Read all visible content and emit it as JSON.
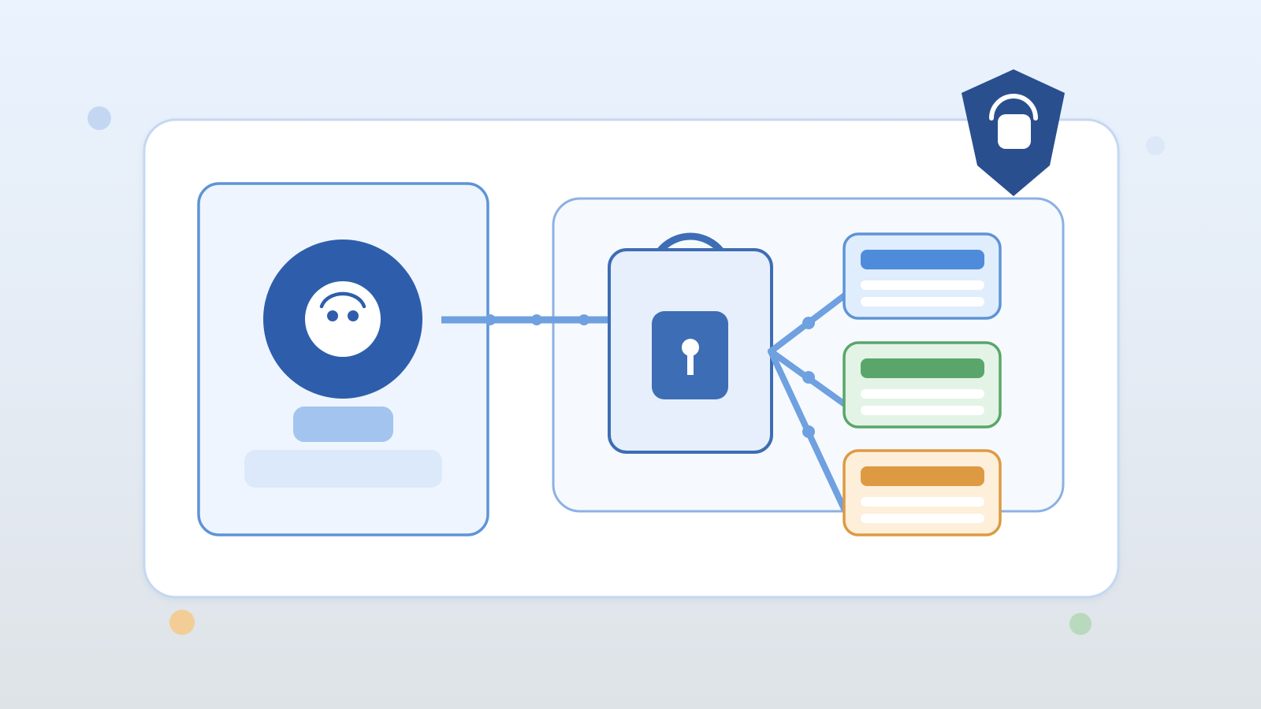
{
  "canvas": {
    "background_top": "#EAF3FE",
    "background_bottom": "#DEE3E7"
  },
  "colors": {
    "brand_dark": "#2E5EAB",
    "brand_mid": "#3D6DB4",
    "connector": "#6FA0DF",
    "panel_border": "#5E94D6",
    "blue_accent": "#4F8BDB",
    "green_accent": "#5AA66A",
    "orange_accent": "#DD9A43",
    "shield": "#2A4F8F"
  },
  "diagram": {
    "user_profile": {
      "icon": "user-avatar-icon"
    },
    "security_zone": {
      "lock": {
        "icon": "padlock-keyhole-icon"
      },
      "resources": [
        {
          "name": "resource-blue",
          "icon": "document-card-icon",
          "accent": "#4F8BDB"
        },
        {
          "name": "resource-green",
          "icon": "document-card-icon",
          "accent": "#5AA66A"
        },
        {
          "name": "resource-orange",
          "icon": "document-card-icon",
          "accent": "#DD9A43"
        }
      ]
    },
    "badge": {
      "icon": "shield-lock-icon"
    },
    "decorations": [
      {
        "name": "dot-blue",
        "color": "#C4D7F2"
      },
      {
        "name": "dot-light-blue",
        "color": "#DCE8F8"
      },
      {
        "name": "dot-orange",
        "color": "#F3CD96"
      },
      {
        "name": "dot-green",
        "color": "#B8D9BE"
      }
    ]
  }
}
